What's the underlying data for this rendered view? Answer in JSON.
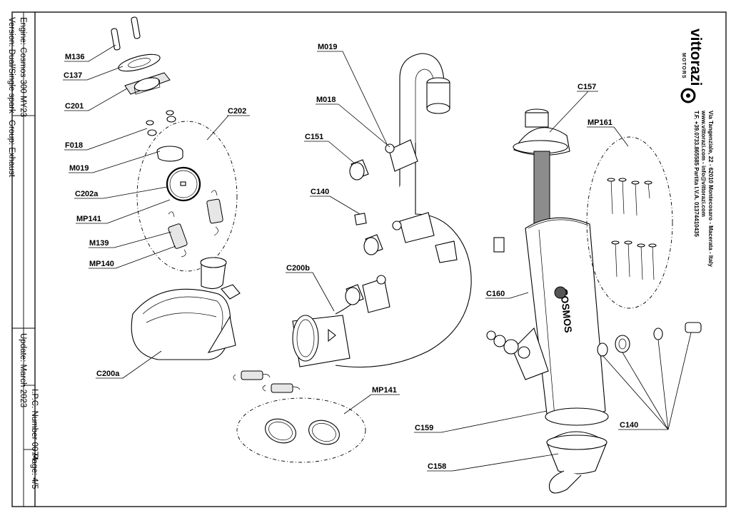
{
  "title_block": {
    "engine": "Engine: Cosmos 300 MY23",
    "version": "Version: Dual/Single spark",
    "group": "Group: Exhaust",
    "update": "Update: March 2023",
    "ipc": "I.P.C. Number 0074",
    "page": "Page: 4/5"
  },
  "company": {
    "brand": "vittorazi",
    "brand_sub": "MOTORS",
    "address_1": "Via Tangenziale, 22 - 62010 Montecosaro - Macerata - Italy",
    "address_2": "www.vittorazi.com - info@vittorazi.com",
    "address_3": "T.F. +39.0733.865585 Partita I.V.A. 01374410435"
  },
  "muffler_text": "COSMOS",
  "labels": {
    "m136": "M136",
    "c137": "C137",
    "c201": "C201",
    "f018": "F018",
    "m019_left": "M019",
    "c202a": "C202a",
    "mp141_left": "MP141",
    "m139": "M139",
    "mp140": "MP140",
    "c202": "C202",
    "c200a": "C200a",
    "m019_top": "M019",
    "m018": "M018",
    "c151": "C151",
    "c140_mid": "C140",
    "c200b": "C200b",
    "mp141_bottom": "MP141",
    "c157": "C157",
    "mp161": "MP161",
    "c160": "C160",
    "c159": "C159",
    "c158": "C158",
    "c140_right": "C140"
  }
}
